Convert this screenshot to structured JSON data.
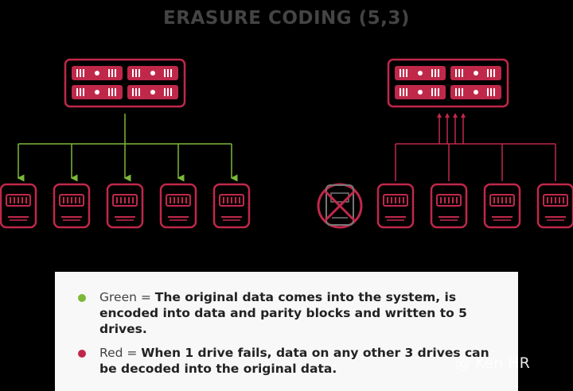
{
  "title": "ERASURE CODING (5,3)",
  "colors": {
    "storage": "#c0284a",
    "green_line": "#7cb83a",
    "red_line": "#c0284a",
    "failed": "#c0284a"
  },
  "legend": {
    "items": [
      {
        "color": "#7cb83a",
        "label": "Green = ",
        "text": "The original data comes into the system, is encoded into data and parity blocks and written to 5 drives."
      },
      {
        "color": "#c0284a",
        "label": "Red = ",
        "text": "When 1 drive fails, data on any other 3 drives can be decoded into the original data."
      }
    ]
  },
  "watermark": "@ Ken HR"
}
